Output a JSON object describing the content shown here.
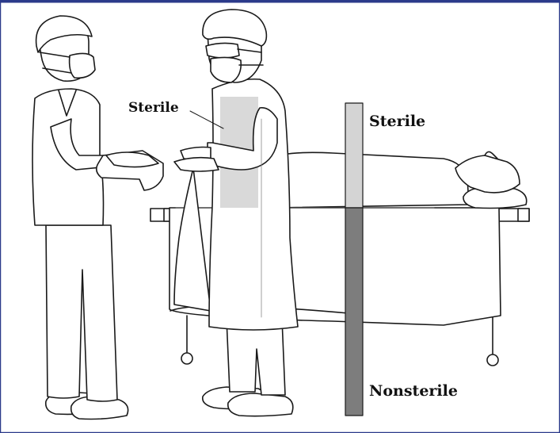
{
  "labels": {
    "sterile_gown": "Sterile",
    "sterile_zone": "Sterile",
    "nonsterile_zone": "Nonsterile"
  },
  "colors": {
    "outline": "#1a1a1a",
    "border": "#2b3a8a",
    "sterile_region": "#d9d9d9",
    "sterile_bar": "#d4d4d4",
    "nonsterile_bar": "#7d7d7d",
    "background": "#ffffff"
  }
}
